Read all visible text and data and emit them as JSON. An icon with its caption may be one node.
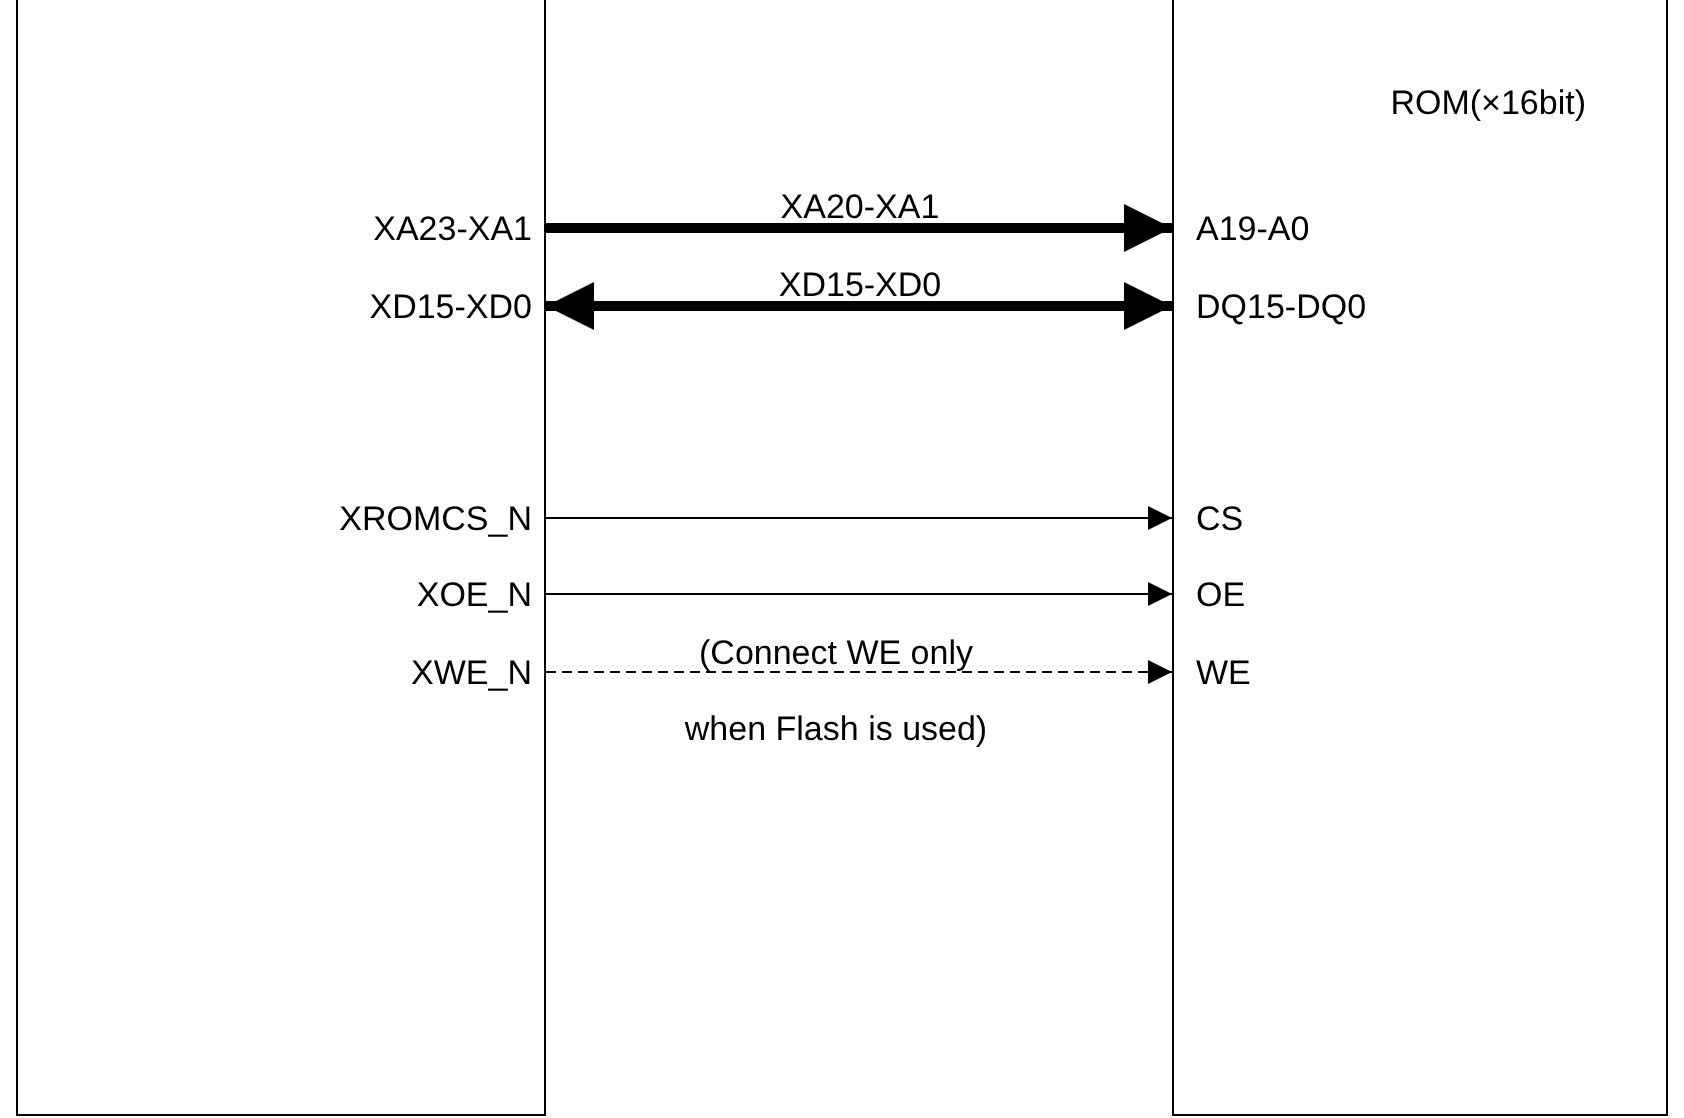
{
  "diagram": {
    "nodes": [
      {
        "text": [],
        "shape": "box"
      },
      {
        "text": [
          "XA23-XA1"
        ],
        "in": 0
      },
      {
        "text": [
          "XD15-XD0"
        ],
        "in": 0
      },
      {
        "text": [
          "XROMCS_N"
        ],
        "in": 0
      },
      {
        "text": [
          "XOE_N"
        ],
        "in": 0
      },
      {
        "text": [
          "XWE_N"
        ],
        "in": 0
      },
      {
        "text": [
          "ROM(×16bit)"
        ]
      },
      {
        "text": [
          "A19-A0"
        ],
        "in": 6
      },
      {
        "text": [
          "DQ15-DQ0"
        ],
        "in": 6
      },
      {
        "text": [
          "CS"
        ],
        "in": 6
      },
      {
        "text": [
          "OE"
        ],
        "in": 6
      },
      {
        "text": [
          "WE"
        ],
        "in": 6
      }
    ],
    "edges": [
      {
        "from": 1,
        "to": 7,
        "arrow": "to",
        "label": "XA20-XA1",
        "style": "thick"
      },
      {
        "from": 2,
        "to": 8,
        "arrow": "both",
        "label": "XD15-XD0",
        "style": "thick"
      },
      {
        "from": 3,
        "to": 9,
        "arrow": "to"
      },
      {
        "from": 4,
        "to": 10,
        "arrow": "to"
      },
      {
        "from": 5,
        "to": 11,
        "arrow": "to",
        "label": "(Connect WE only when Flash is used)",
        "style": "dashed"
      }
    ]
  }
}
